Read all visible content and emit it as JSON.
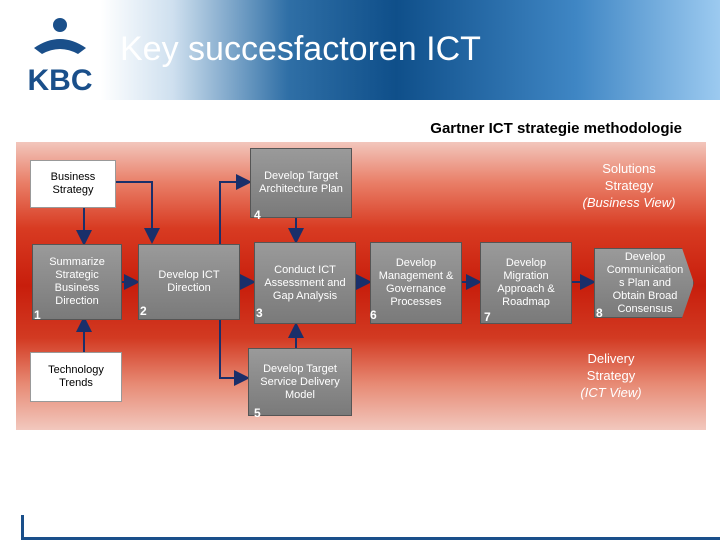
{
  "slide": {
    "title": "Key succesfactoren ICT",
    "subtitle": "Gartner ICT strategie methodologie",
    "logo_text": "KBC"
  },
  "diagram": {
    "boxes": [
      {
        "id": "business-strategy",
        "label": "Business Strategy"
      },
      {
        "id": "technology-trends",
        "label": "Technology Trends"
      },
      {
        "id": "summarize",
        "label": "Summarize Strategic Business Direction",
        "number": "1"
      },
      {
        "id": "develop-ict-direction",
        "label": "Develop ICT Direction",
        "number": "2"
      },
      {
        "id": "conduct-assessment",
        "label": "Conduct ICT Assessment and Gap Analysis",
        "number": "3"
      },
      {
        "id": "target-architecture",
        "label": "Develop Target Architecture Plan",
        "number": "4"
      },
      {
        "id": "target-service",
        "label": "Develop Target Service Delivery Model",
        "number": "5"
      },
      {
        "id": "management-governance",
        "label": "Develop Management & Governance Processes",
        "number": "6"
      },
      {
        "id": "migration-approach",
        "label": "Develop Migration Approach & Roadmap",
        "number": "7"
      },
      {
        "id": "communication-plan",
        "label": "Develop Communication s Plan and Obtain Broad Consensus",
        "number": "8"
      }
    ],
    "solutions": {
      "line1": "Solutions",
      "line2": "Strategy",
      "line3": "(Business View)"
    },
    "delivery": {
      "line1": "Delivery",
      "line2": "Strategy",
      "line3": "(ICT View)"
    }
  },
  "colors": {
    "header_blue": "#0f4f8a",
    "diagram_red": "#c81e0c",
    "box_grey": "#8a8a8a"
  }
}
